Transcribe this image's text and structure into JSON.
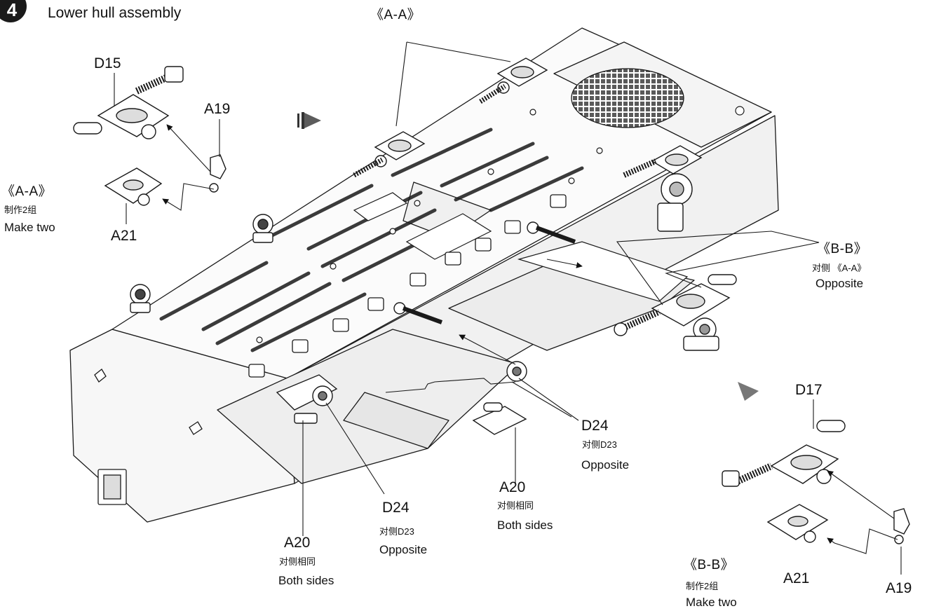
{
  "step": {
    "number": "4",
    "title": "Lower hull assembly"
  },
  "section_markers": {
    "top_aa": "《A-A》"
  },
  "group_aa": {
    "section": "《A-A》",
    "cn_note": "制作2组",
    "en_note": "Make two",
    "parts": [
      "D15",
      "A19",
      "A21"
    ]
  },
  "group_bb_main": {
    "section": "《B-B》",
    "cn_note": "对侧 《A-A》",
    "en_note": "Opposite"
  },
  "group_bb": {
    "section": "《B-B》",
    "cn_note": "制作2组",
    "en_note": "Make two",
    "parts": [
      "D17",
      "A21",
      "A19"
    ]
  },
  "callouts": {
    "d24_right": {
      "part": "D24",
      "cn": "对侧D23",
      "en": "Opposite"
    },
    "a20_right": {
      "part": "A20",
      "cn": "对侧相同",
      "en": "Both sides"
    },
    "d24_left": {
      "part": "D24",
      "cn": "对侧D23",
      "en": "Opposite"
    },
    "a20_left": {
      "part": "A20",
      "cn": "对侧相同",
      "en": "Both sides"
    }
  },
  "colors": {
    "line": "#1a1a1a",
    "hull_fill": "#f7f7f7",
    "shade": "#bdbdbd"
  }
}
